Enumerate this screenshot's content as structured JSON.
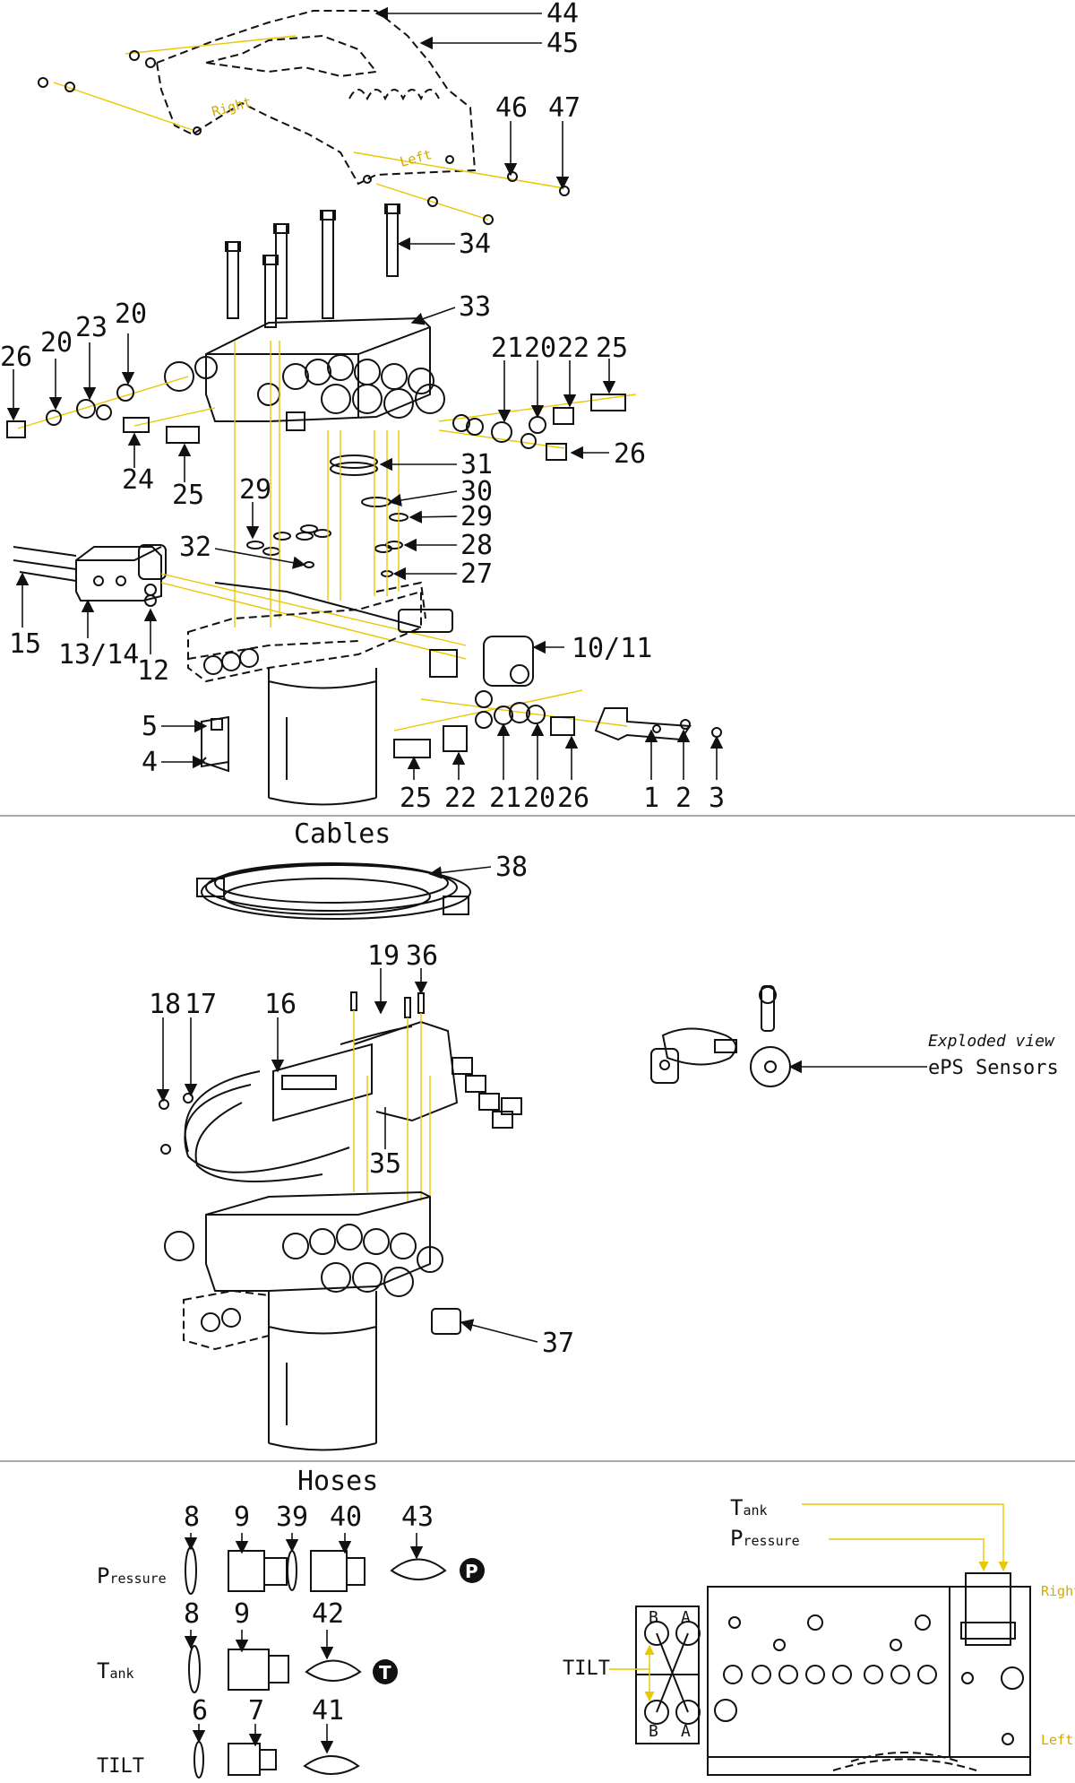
{
  "sections": {
    "cables": "Cables",
    "hoses": "Hoses"
  },
  "cover": {
    "right": "Right",
    "left": "Left"
  },
  "exploded": {
    "caption": "Exploded view",
    "label": "ePS Sensors"
  },
  "hoses": {
    "row_pressure_big": "P",
    "row_pressure_small": "ressure",
    "row_tank_big": "T",
    "row_tank_small": "ank",
    "row_tilt": "TILT",
    "badge_p": "P",
    "badge_t": "T"
  },
  "side": {
    "tank_big": "T",
    "tank_small": "ank",
    "pressure_big": "P",
    "pressure_small": "ressure",
    "tilt": "TILT",
    "right": "Right",
    "left": "Left",
    "port_b": "B",
    "port_a": "A"
  },
  "part_numbers": {
    "p44": "44",
    "p45": "45",
    "p46": "46",
    "p47": "47",
    "p34": "34",
    "p33": "33",
    "p26a": "26",
    "p20a": "20",
    "p23": "23",
    "p20b": "20",
    "p24": "24",
    "p25a": "25",
    "p21a": "21",
    "p20c": "20",
    "p22a": "22",
    "p25b": "25",
    "p26b": "26",
    "p31": "31",
    "p29a": "29",
    "p30": "30",
    "p29b": "29",
    "p32": "32",
    "p28": "28",
    "p27": "27",
    "p15": "15",
    "p1314": "13/14",
    "p12": "12",
    "p1011": "10/11",
    "p5": "5",
    "p4": "4",
    "p25c": "25",
    "p22b": "22",
    "p21b": "21",
    "p20d": "20",
    "p26c": "26",
    "p1": "1",
    "p2": "2",
    "p3": "3",
    "p38": "38",
    "p19": "19",
    "p36": "36",
    "p18": "18",
    "p17": "17",
    "p16": "16",
    "p35": "35",
    "p37": "37",
    "p8a": "8",
    "p9a": "9",
    "p39": "39",
    "p40": "40",
    "p43": "43",
    "p8b": "8",
    "p9b": "9",
    "p42": "42",
    "p6": "6",
    "p7": "7",
    "p41": "41"
  }
}
